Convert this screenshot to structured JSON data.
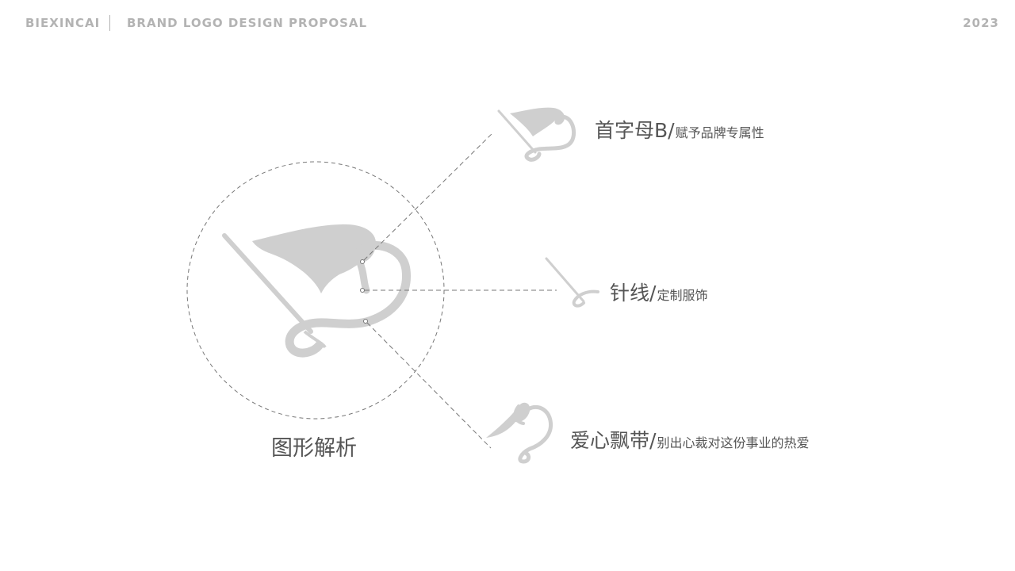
{
  "header": {
    "brand": "BIEXINCAI",
    "subtitle": "BRAND LOGO DESIGN PROPOSAL",
    "year": "2023"
  },
  "section_title": "图形解析",
  "logo": {
    "icon": "needle-heart-flag-logo",
    "fill_color": "#cfcfcf",
    "line_color": "#777777"
  },
  "elements": [
    {
      "icon": "letter-b-flag-icon",
      "title": "首字母B",
      "separator": "/",
      "description": "赋予品牌专属性"
    },
    {
      "icon": "needle-thread-icon",
      "title": "针线",
      "separator": "/",
      "description": "定制服饰"
    },
    {
      "icon": "heart-ribbon-icon",
      "title": "爱心飘带",
      "separator": "/",
      "description": "别出心裁对这份事业的热爱"
    }
  ]
}
